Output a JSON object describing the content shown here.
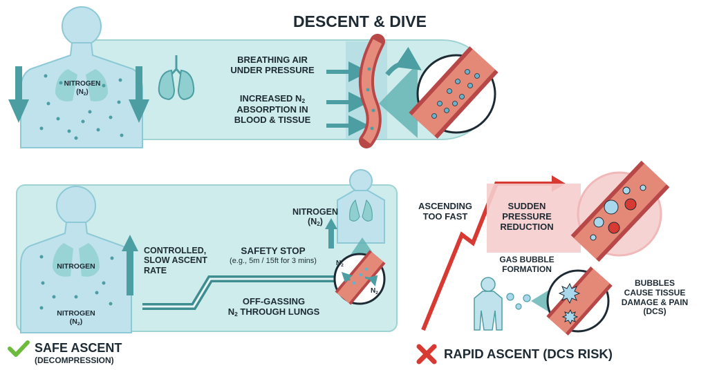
{
  "descent": {
    "title": "DESCENT & DIVE",
    "body_label_line1": "NITROGEN",
    "body_label_line2": "(N",
    "body_label_line2_sub": "2",
    "body_label_line2_end": ")",
    "breathing_line1": "BREATHING AIR",
    "breathing_line2": "UNDER PRESSURE",
    "absorption_line1": "INCREASED N",
    "absorption_line1_sub": "2",
    "absorption_line2": "ABSORPTION IN",
    "absorption_line3": "BLOOD & TISSUE"
  },
  "safe": {
    "body_label_upper": "NITROGEN",
    "body_label_lower1": "NITROGEN",
    "body_label_lower2": "(N",
    "body_label_lower2_sub": "2",
    "body_label_lower2_end": ")",
    "controlled_line1": "CONTROLLED,",
    "controlled_line2": "SLOW ASCENT",
    "controlled_line3": "RATE",
    "stop_title": "SAFETY STOP",
    "stop_detail": "(e.g., 5m / 15ft for 3 mins)",
    "offgas_line1": "OFF-GASSING",
    "offgas_line2_pre": "N",
    "offgas_line2_sub": "2",
    "offgas_line2_end": " THROUGH LUNGS",
    "nitrogen_line1": "NITROGEN",
    "nitrogen_line2": "(N",
    "nitrogen_line2_sub": "2",
    "nitrogen_line2_end": ")",
    "n2_a": "N",
    "n2_a_sub": "2",
    "n2_b": "N",
    "n2_b_sub": "2",
    "title": "SAFE ASCENT",
    "subtitle": "(DECOMPRESSION)"
  },
  "rapid": {
    "ascending_line1": "ASCENDING",
    "ascending_line2": "TOO FAST",
    "sudden_line1": "SUDDEN",
    "sudden_line2": "PRESSURE",
    "sudden_line3": "REDUCTION",
    "gas_line1": "GAS BUBBLE",
    "gas_line2": "FORMATION",
    "bubbles_line1": "BUBBLES",
    "bubbles_line2": "CAUSE TISSUE",
    "bubbles_line3": "DAMAGE & PAIN",
    "bubbles_line4": "(DCS)",
    "title": "RAPID ASCENT (DCS RISK)"
  },
  "colors": {
    "panel": "#cdeceb",
    "body": "#bfe2ec",
    "teal": "#4c9ea3",
    "vessel": "#c85656",
    "red": "#d63a33",
    "pink": "#f6cdcd",
    "check": "#6cbb3c"
  },
  "icons": {
    "check": "check-icon",
    "cross": "cross-icon",
    "lungs": "lungs-icon"
  }
}
